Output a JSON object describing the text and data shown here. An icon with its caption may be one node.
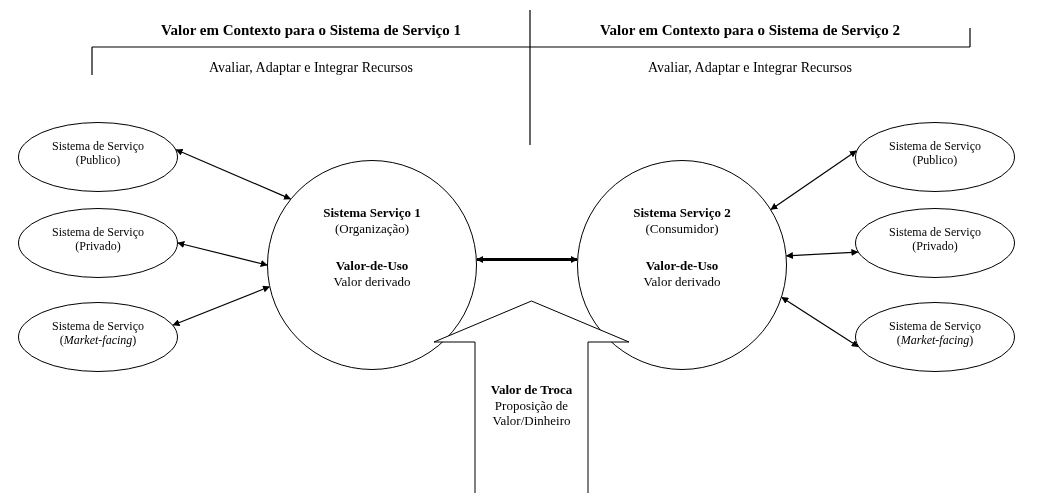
{
  "diagram": {
    "nodes": [
      {
        "text": [
          "Sistema de Serviço (Publico)"
        ]
      },
      {
        "text": [
          "Sistema de Serviço (Privado)"
        ]
      },
      {
        "text": [
          "Sistema de Serviço (*Market-facing*)"
        ]
      },
      {
        "text": [
          "Sistema Serviço 1",
          "(Organização)",
          "Valor-de-Uso",
          "Valor derivado"
        ]
      },
      {
        "text": [
          "Sistema Serviço 2",
          "(Consumidor)",
          "Valor-de-Uso",
          "Valor derivado"
        ]
      },
      {
        "text": [
          "Sistema de Serviço (Publico)"
        ]
      },
      {
        "text": [
          "Sistema de Serviço (Privado)"
        ]
      },
      {
        "text": [
          "Sistema de Serviço (*Market-facing*)"
        ]
      },
      {
        "text": [
          "Valor de Troca",
          "Proposição de Valor/Dinheiro"
        ]
      }
    ],
    "edges": [
      {
        "from": 0,
        "to": 3,
        "arrow": "both"
      },
      {
        "from": 1,
        "to": 3,
        "arrow": "both"
      },
      {
        "from": 2,
        "to": 3,
        "arrow": "both"
      },
      {
        "from": 3,
        "to": 4,
        "arrow": "both",
        "style": "thick"
      },
      {
        "from": 4,
        "to": 5,
        "arrow": "both"
      },
      {
        "from": 4,
        "to": 6,
        "arrow": "both"
      },
      {
        "from": 4,
        "to": 7,
        "arrow": "both"
      }
    ],
    "labels": [
      "Valor em Contexto para o Sistema de Serviço 1",
      "Valor em Contexto para o Sistema de Serviço 2",
      "Avaliar, Adaptar e Integrar Recursos",
      "Avaliar, Adaptar e Integrar Recursos"
    ]
  }
}
